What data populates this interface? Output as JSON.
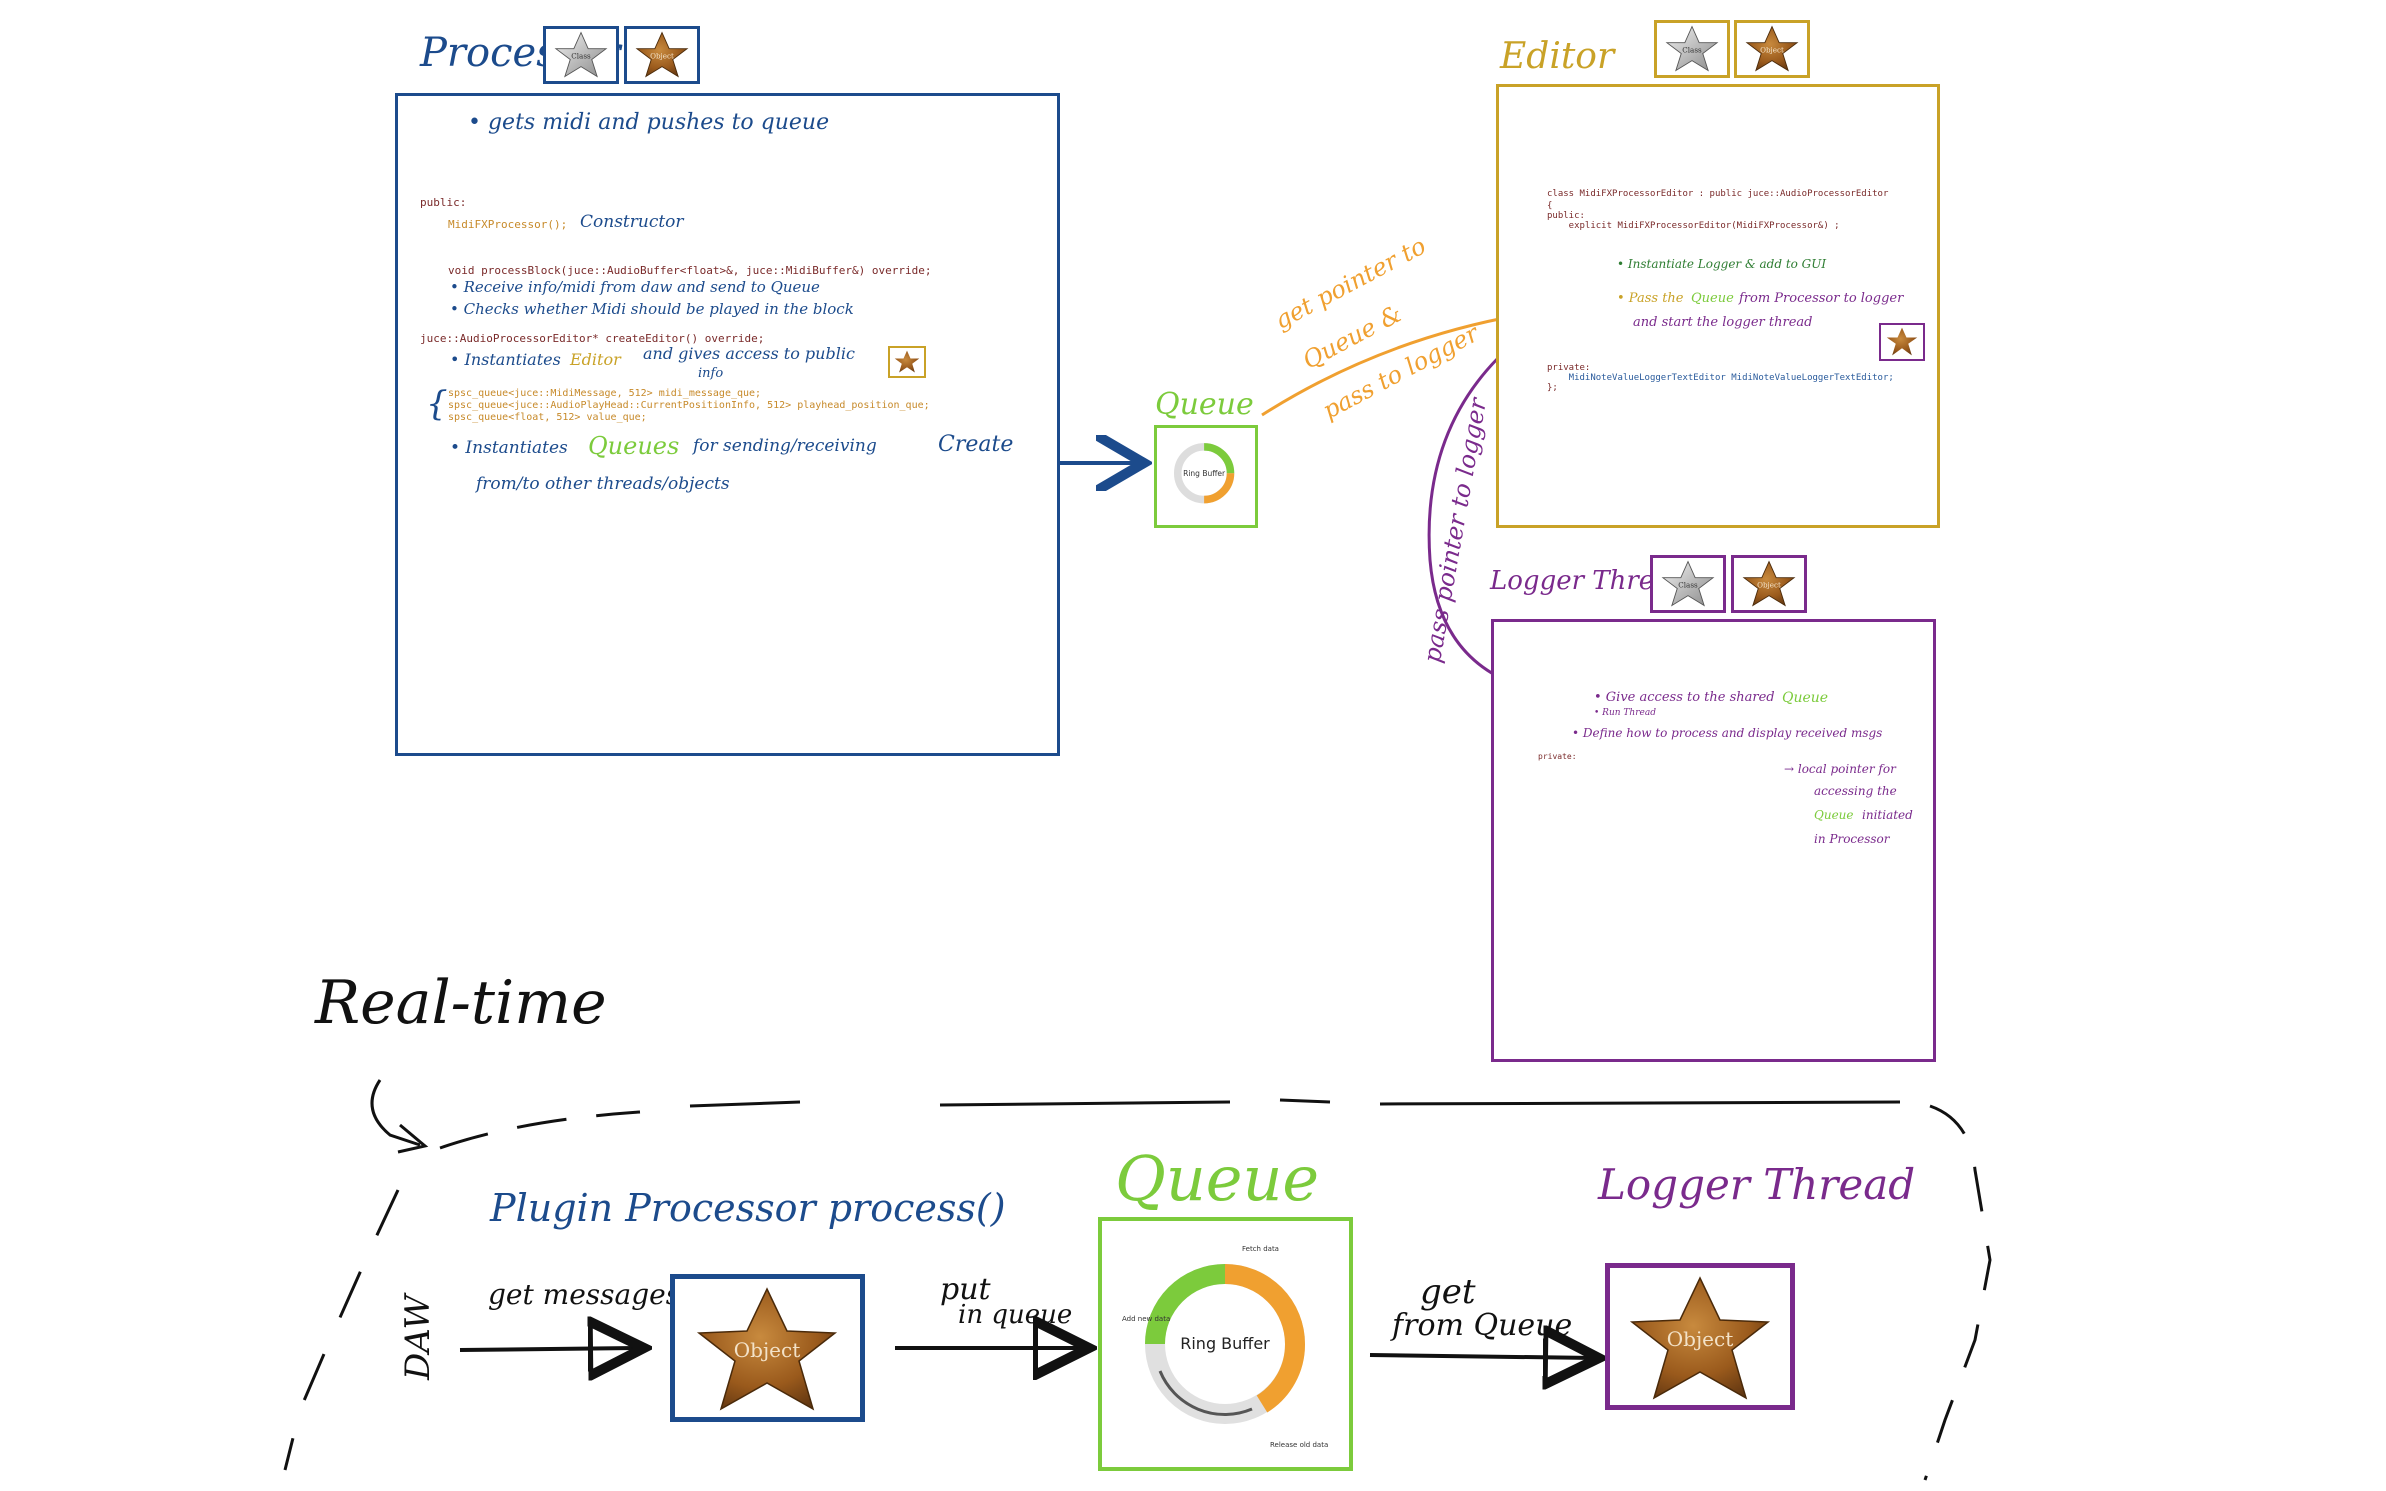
{
  "colors": {
    "processor": "#1c4b8c",
    "editor": "#c9a227",
    "logger": "#7a2a8c",
    "queue": "#7ccb3c",
    "orange": "#f0a030",
    "code_keyword": "#7a2a2a",
    "code_type": "#c78a2a",
    "code_blue": "#2a5b9c",
    "ink": "#111111"
  },
  "badges": {
    "class_label": "Class",
    "object_label": "Object"
  },
  "processor": {
    "title": "Processor",
    "note_top": "• gets midi and pushes to queue",
    "public": "public:",
    "ctor": "MidiFXProcessor();",
    "ctor_note": "Constructor",
    "process_block": "void processBlock(juce::AudioBuffer<float>&, juce::MidiBuffer&) override;",
    "pb_note_1": "• Receive info/midi from daw and send to Queue",
    "pb_note_2": "• Checks whether Midi should be played in the block",
    "create_editor": "juce::AudioProcessorEditor* createEditor() override;",
    "ce_note_a": "• Instantiates",
    "ce_note_b": "Editor",
    "ce_note_c": "and gives access to public",
    "ce_note_d": "info",
    "q1": "spsc_queue<juce::MidiMessage, 512> midi_message_que;",
    "q2": "spsc_queue<juce::AudioPlayHead::CurrentPositionInfo, 512> playhead_position_que;",
    "q3": "spsc_queue<float, 512> value_que;",
    "q_note_a": "• Instantiates",
    "q_note_b": "Queues",
    "q_note_c": "for sending/receiving",
    "q_note_d": "from/to other threads/objects",
    "create": "Create"
  },
  "queue_small": {
    "title": "Queue",
    "ring_label": "Ring Buffer"
  },
  "editor": {
    "title": "Editor",
    "c1": "class MidiFXProcessorEditor : public juce::AudioProcessorEditor",
    "c2": "{",
    "c3": "public:",
    "c4": "    explicit MidiFXProcessorEditor(MidiFXProcessor&) ;",
    "n1": "• Instantiate Logger & add to GUI",
    "n2a": "• Pass the",
    "n2b": "Queue",
    "n2c": "from Processor to logger",
    "n2d": "and start the logger thread",
    "p1": "private:",
    "p2": "    MidiNoteValueLoggerTextEditor MidiNoteValueLoggerTextEditor;",
    "p3": "};"
  },
  "logger": {
    "title": "Logger Thread",
    "n1a": "• Give access to the shared",
    "n1b": "Queue",
    "n1c": "• Run Thread",
    "n2": "• Define how to process and display received msgs",
    "p1": "private:",
    "local_1": "→ local pointer for",
    "local_2": "accessing the",
    "local_3a": "Queue",
    "local_3b": "initiated",
    "local_4": "in Processor"
  },
  "arrows": {
    "get_pointer_1": "get pointer to",
    "get_pointer_2": "Queue &",
    "get_pointer_3": "pass to logger",
    "pass_pointer": "pass pointer to logger"
  },
  "realtime": {
    "title": "Real-time",
    "plugin_label": "Plugin Processor process()",
    "queue_label": "Queue",
    "logger_label": "Logger Thread",
    "daw": "DAW",
    "get_messages": "get messages",
    "put_1": "put",
    "put_2": "in queue",
    "get_1": "get",
    "get_2": "from Queue",
    "object_label": "Object",
    "ring_label": "Ring Buffer",
    "fetch": "Fetch data",
    "add_new": "Add new data",
    "release": "Release old data"
  }
}
